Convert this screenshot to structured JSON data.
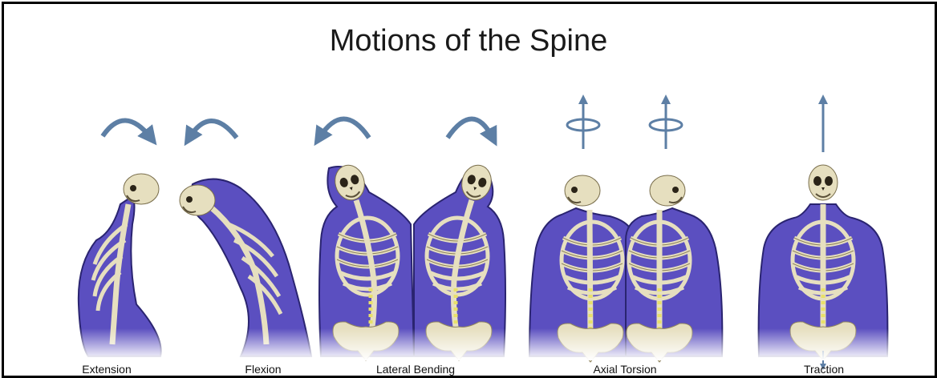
{
  "title": "Motions of the Spine",
  "colors": {
    "body": "#5b4fc0",
    "body_edge": "#2a2470",
    "bone": "#e6dfbf",
    "bone_shade": "#b7ac82",
    "disc": "#e8e06a",
    "arrow": "#5d7fa5",
    "border": "#000000"
  },
  "motions": [
    {
      "id": "extension",
      "label": "Extension",
      "icon": "curved-arrow-right-icon"
    },
    {
      "id": "flexion",
      "label": "Flexion",
      "icon": "curved-arrow-left-icon"
    },
    {
      "id": "lateral-bending",
      "label": "Lateral Bending",
      "icon": "curved-arrows-both-icon"
    },
    {
      "id": "axial-torsion",
      "label": "Axial Torsion",
      "icon": "rotation-arrow-icon"
    },
    {
      "id": "traction",
      "label": "Traction",
      "icon": "vertical-arrow-icon"
    }
  ]
}
